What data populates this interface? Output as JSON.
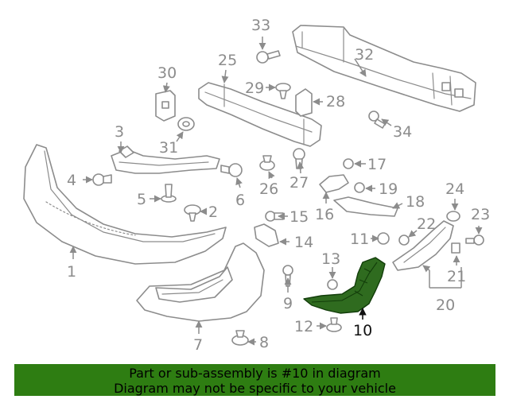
{
  "callouts": {
    "c1": "1",
    "c2": "2",
    "c3": "3",
    "c4": "4",
    "c5": "5",
    "c6": "6",
    "c7": "7",
    "c8": "8",
    "c9": "9",
    "c10": "10",
    "c11": "11",
    "c12": "12",
    "c13": "13",
    "c14": "14",
    "c15": "15",
    "c16": "16",
    "c17": "17",
    "c18": "18",
    "c19": "19",
    "c20": "20",
    "c21": "21",
    "c22": "22",
    "c23": "23",
    "c24": "24",
    "c25": "25",
    "c26": "26",
    "c27": "27",
    "c28": "28",
    "c29": "29",
    "c30": "30",
    "c31": "31",
    "c32": "32",
    "c33": "33",
    "c34": "34"
  },
  "highlighted_part": "10",
  "colors": {
    "highlight": "#2f6b1f",
    "banner": "#2e7d12",
    "parts": "#8c8c8c"
  },
  "banner": {
    "line1": "Part or sub-assembly is #10 in diagram",
    "line2": "Diagram may not be specific to your vehicle"
  }
}
